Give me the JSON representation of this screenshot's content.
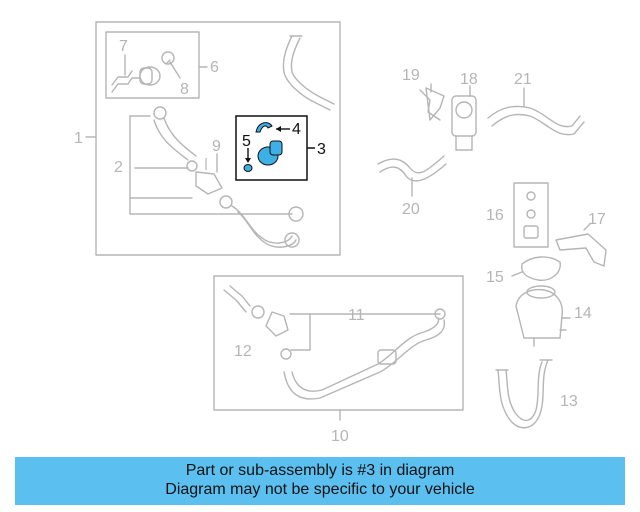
{
  "diagram": {
    "callouts": [
      "1",
      "2",
      "3",
      "4",
      "5",
      "6",
      "7",
      "8",
      "9",
      "10",
      "11",
      "12",
      "13",
      "14",
      "15",
      "16",
      "17",
      "18",
      "19",
      "20",
      "21"
    ],
    "highlighted_part": "3",
    "colors": {
      "line": "#b5b5b5",
      "highlight": "#3db0e6",
      "banner": "#5bc0f0",
      "text_dark": "#111111"
    }
  },
  "banner": {
    "line1": "Part or sub-assembly is #3 in diagram",
    "line2": "Diagram may not be specific to your vehicle"
  }
}
